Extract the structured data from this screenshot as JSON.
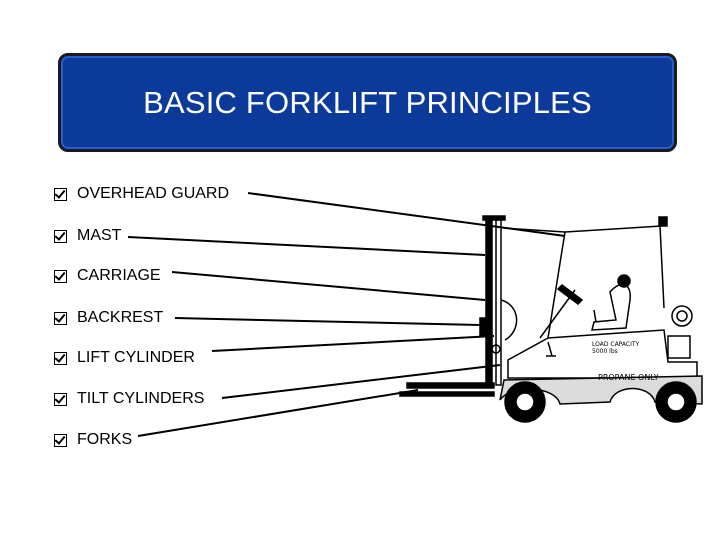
{
  "title": "BASIC FORKLIFT PRINCIPLES",
  "items": [
    {
      "label": "OVERHEAD GUARD"
    },
    {
      "label": "MAST"
    },
    {
      "label": "CARRIAGE"
    },
    {
      "label": "BACKREST"
    },
    {
      "label": "LIFT CYLINDER"
    },
    {
      "label": "TILT CYLINDERS"
    },
    {
      "label": "FORKS"
    }
  ],
  "forklift": {
    "load_capacity_label": "LOAD CAPACITY",
    "load_capacity_value": "5000 lbs",
    "fuel_label": "PROPANE ONLY"
  },
  "colors": {
    "title_bg": "#0b3a9b",
    "title_text": "#ffffff"
  }
}
